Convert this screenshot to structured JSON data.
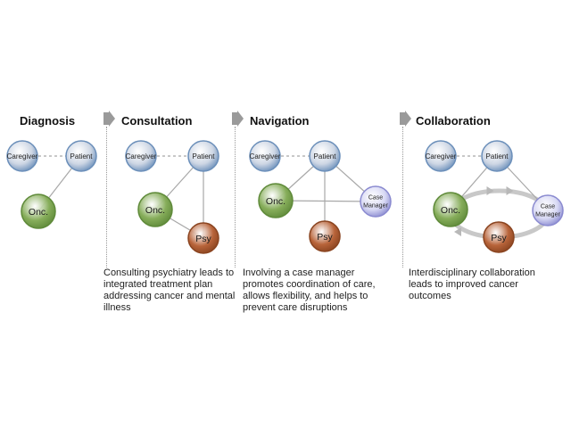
{
  "stages": [
    {
      "title": "Diagnosis",
      "description": "",
      "nodes": [
        {
          "id": "caregiver",
          "label": "Caregiver",
          "type": "blue"
        },
        {
          "id": "patient",
          "label": "Patient",
          "type": "blue"
        },
        {
          "id": "onc",
          "label": "Onc.",
          "type": "green"
        }
      ],
      "edges": [
        {
          "from": "caregiver",
          "to": "patient",
          "style": "dashed"
        },
        {
          "from": "patient",
          "to": "onc",
          "style": "solid"
        }
      ]
    },
    {
      "title": "Consultation",
      "description": "Consulting psychiatry leads to integrated treatment plan addressing cancer and mental illness",
      "nodes": [
        {
          "id": "caregiver",
          "label": "Caregiver",
          "type": "blue"
        },
        {
          "id": "patient",
          "label": "Patient",
          "type": "blue"
        },
        {
          "id": "onc",
          "label": "Onc.",
          "type": "green"
        },
        {
          "id": "psy",
          "label": "Psy",
          "type": "orange"
        }
      ],
      "edges": [
        {
          "from": "caregiver",
          "to": "patient",
          "style": "dashed"
        },
        {
          "from": "patient",
          "to": "onc",
          "style": "solid"
        },
        {
          "from": "patient",
          "to": "psy",
          "style": "solid"
        },
        {
          "from": "onc",
          "to": "psy",
          "style": "solid"
        }
      ]
    },
    {
      "title": "Navigation",
      "description": "Involving a case manager promotes coordination of care, allows flexibility, and helps to prevent care disruptions",
      "nodes": [
        {
          "id": "caregiver",
          "label": "Caregiver",
          "type": "blue"
        },
        {
          "id": "patient",
          "label": "Patient",
          "type": "blue"
        },
        {
          "id": "onc",
          "label": "Onc.",
          "type": "green"
        },
        {
          "id": "cm",
          "label": "Case Manager",
          "type": "lavender"
        },
        {
          "id": "psy",
          "label": "Psy",
          "type": "orange"
        }
      ],
      "edges": [
        {
          "from": "caregiver",
          "to": "patient",
          "style": "dashed"
        },
        {
          "from": "patient",
          "to": "onc",
          "style": "solid"
        },
        {
          "from": "patient",
          "to": "psy",
          "style": "solid"
        },
        {
          "from": "patient",
          "to": "cm",
          "style": "solid"
        },
        {
          "from": "onc",
          "to": "cm",
          "style": "solid"
        }
      ]
    },
    {
      "title": "Collaboration",
      "description": "Interdisciplinary collaboration leads to improved cancer outcomes",
      "nodes": [
        {
          "id": "caregiver",
          "label": "Caregiver",
          "type": "blue"
        },
        {
          "id": "patient",
          "label": "Patient",
          "type": "blue"
        },
        {
          "id": "onc",
          "label": "Onc.",
          "type": "green"
        },
        {
          "id": "cm",
          "label": "Case Manager",
          "type": "lavender"
        },
        {
          "id": "psy",
          "label": "Psy",
          "type": "orange"
        }
      ],
      "edges": [
        {
          "from": "caregiver",
          "to": "patient",
          "style": "dashed"
        },
        {
          "from": "patient",
          "to": "onc",
          "style": "solid"
        },
        {
          "from": "patient",
          "to": "cm",
          "style": "solid"
        }
      ],
      "cycle": true
    }
  ],
  "colors": {
    "blue": {
      "fill": "#cdd6e4",
      "stroke": "#6b8fba"
    },
    "green": {
      "fill": "#86ad5a",
      "stroke": "#5f8a3a"
    },
    "orange": {
      "fill": "#b8643a",
      "stroke": "#8a4420"
    },
    "lavender": {
      "fill": "#d7d8f4",
      "stroke": "#8a8ad0"
    },
    "edge": "#a8a8a8",
    "cycle": "#c8c8c8"
  }
}
